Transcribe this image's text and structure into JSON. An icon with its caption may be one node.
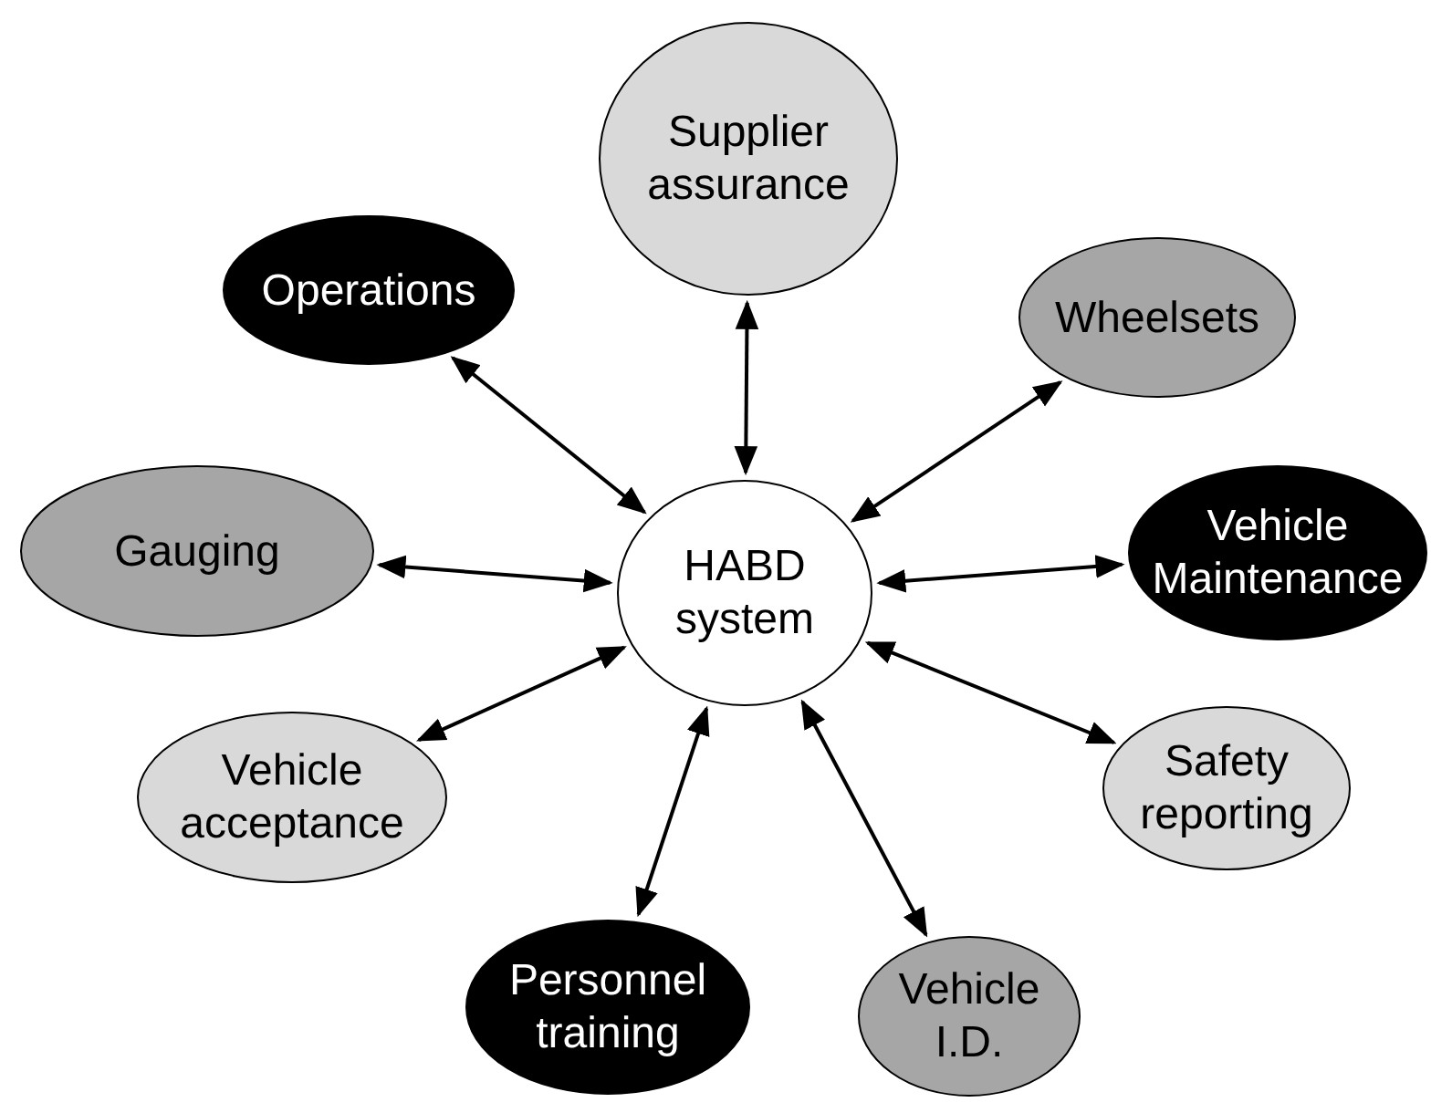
{
  "diagram": {
    "nodes": [
      {
        "text": [
          "HABD system"
        ]
      },
      {
        "text": [
          "Supplier assurance"
        ]
      },
      {
        "text": [
          "Operations"
        ]
      },
      {
        "text": [
          "Wheelsets"
        ]
      },
      {
        "text": [
          "Gauging"
        ]
      },
      {
        "text": [
          "Vehicle Maintenance"
        ]
      },
      {
        "text": [
          "Vehicle acceptance"
        ]
      },
      {
        "text": [
          "Safety reporting"
        ]
      },
      {
        "text": [
          "Personnel training"
        ]
      },
      {
        "text": [
          "Vehicle I.D."
        ]
      }
    ],
    "edges": [
      {
        "from": 0,
        "to": 1,
        "arrow": "both"
      },
      {
        "from": 0,
        "to": 2,
        "arrow": "both"
      },
      {
        "from": 0,
        "to": 3,
        "arrow": "both"
      },
      {
        "from": 0,
        "to": 4,
        "arrow": "both"
      },
      {
        "from": 0,
        "to": 5,
        "arrow": "both"
      },
      {
        "from": 0,
        "to": 6,
        "arrow": "both"
      },
      {
        "from": 0,
        "to": 7,
        "arrow": "both"
      },
      {
        "from": 0,
        "to": 8,
        "arrow": "both"
      },
      {
        "from": 0,
        "to": 9,
        "arrow": "both"
      }
    ]
  }
}
